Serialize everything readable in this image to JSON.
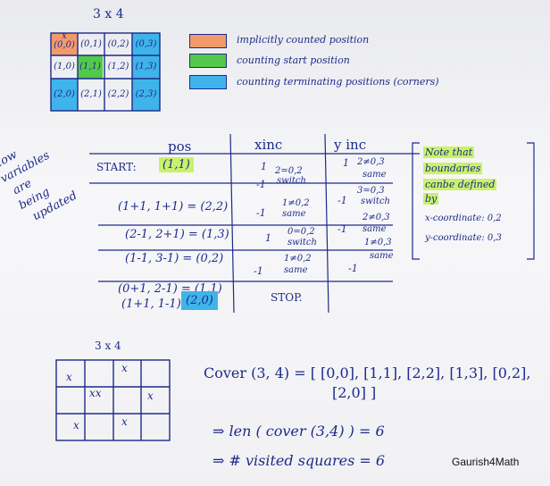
{
  "grid1": {
    "title": "3 x 4",
    "cells": [
      [
        "(0,0)",
        "(0,1)",
        "(0,2)",
        "(0,3)"
      ],
      [
        "(1,0)",
        "(1,1)",
        "(1,2)",
        "(1,3)"
      ],
      [
        "(2,0)",
        "(2,1)",
        "(2,2)",
        "(2,3)"
      ]
    ],
    "mark_x": "x",
    "colors": {
      "implicit": "#f29a6c",
      "start": "#52c94a",
      "terminating": "#3fb4ea"
    }
  },
  "legend": [
    {
      "label": "implicitly counted position"
    },
    {
      "label": "counting start position"
    },
    {
      "label": "counting terminating positions (corners)"
    }
  ],
  "side_note": [
    "How",
    "variables",
    "are",
    "being",
    "updated"
  ],
  "table": {
    "headers": {
      "pos": "pos",
      "xinc": "xinc",
      "yinc": "y inc"
    },
    "start_label": "START:",
    "start_value": "(1,1)",
    "pos_rows": [
      "(1+1, 1+1) = (2,2)",
      "(2-1, 2+1) = (1,3)",
      "(1-1, 3-1) = (0,2)",
      "(0+1, 2-1) = (1,1)",
      "(1+1, 1-1) = "
    ],
    "end_value": "(2,0)",
    "xinc_vals": [
      "1",
      "-1",
      "-1",
      "1",
      "-1"
    ],
    "xinc_notes": [
      "2=0,2",
      "switch",
      "1≠0,2",
      "same",
      "0=0,2",
      "switch",
      "1≠0,2",
      "same"
    ],
    "yinc_vals": [
      "1",
      "-1",
      "-1",
      "-1"
    ],
    "yinc_notes": [
      "2≠0,3",
      "same",
      "3=0,3",
      "switch",
      "2≠0,3",
      "same",
      "1≠0,3",
      "same"
    ],
    "stop": "STOP."
  },
  "note": {
    "lines": [
      "Note that",
      "boundaries",
      "canbe defined",
      "by"
    ],
    "x_coord": "x-coordinate: 0,2",
    "y_coord": "y-coordinate: 0,3"
  },
  "grid2": {
    "title": "3 x 4",
    "marks": [
      "x",
      "x",
      "xx",
      "x",
      "x",
      "x"
    ]
  },
  "formulas": {
    "cover_line1": "Cover (3, 4) = [ [0,0], [1,1], [2,2], [1,3], [0,2],",
    "cover_line2": "[2,0] ]",
    "len_line": "⇒ len ( cover (3,4) ) = 6",
    "visited_line": "⇒ # visited squares = 6"
  },
  "watermark": "Gaurish4Math"
}
